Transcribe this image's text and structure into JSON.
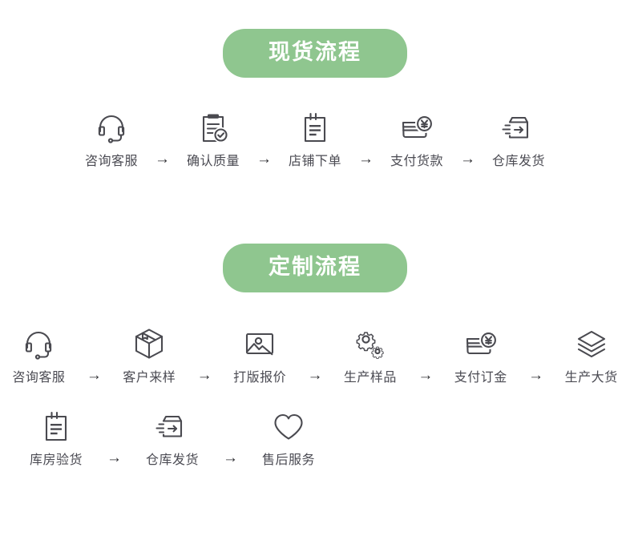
{
  "theme": {
    "badge_color": "#8fc68f",
    "badge_text_color": "#ffffff",
    "label_color": "#4b4b53",
    "icon_color": "#4a4a50",
    "background": "#ffffff"
  },
  "sections": [
    {
      "heading": "现货流程",
      "rows": [
        {
          "steps": [
            {
              "label": "咨询客服",
              "icon": "headset-icon"
            },
            {
              "label": "确认质量",
              "icon": "clipboard-check-icon"
            },
            {
              "label": "店铺下单",
              "icon": "notepad-icon"
            },
            {
              "label": "支付货款",
              "icon": "credit-card-yen-icon"
            },
            {
              "label": "仓库发货",
              "icon": "box-shipping-icon"
            }
          ]
        }
      ]
    },
    {
      "heading": "定制流程",
      "rows": [
        {
          "steps": [
            {
              "label": "咨询客服",
              "icon": "headset-icon"
            },
            {
              "label": "客户来样",
              "icon": "package-box-icon"
            },
            {
              "label": "打版报价",
              "icon": "image-icon"
            },
            {
              "label": "生产样品",
              "icon": "gears-icon"
            },
            {
              "label": "支付订金",
              "icon": "credit-card-yen-icon"
            },
            {
              "label": "生产大货",
              "icon": "layers-icon"
            }
          ]
        },
        {
          "steps": [
            {
              "label": "库房验货",
              "icon": "notepad-icon"
            },
            {
              "label": "仓库发货",
              "icon": "box-shipping-icon"
            },
            {
              "label": "售后服务",
              "icon": "heart-icon"
            }
          ]
        }
      ]
    }
  ],
  "arrow_glyph": "→"
}
